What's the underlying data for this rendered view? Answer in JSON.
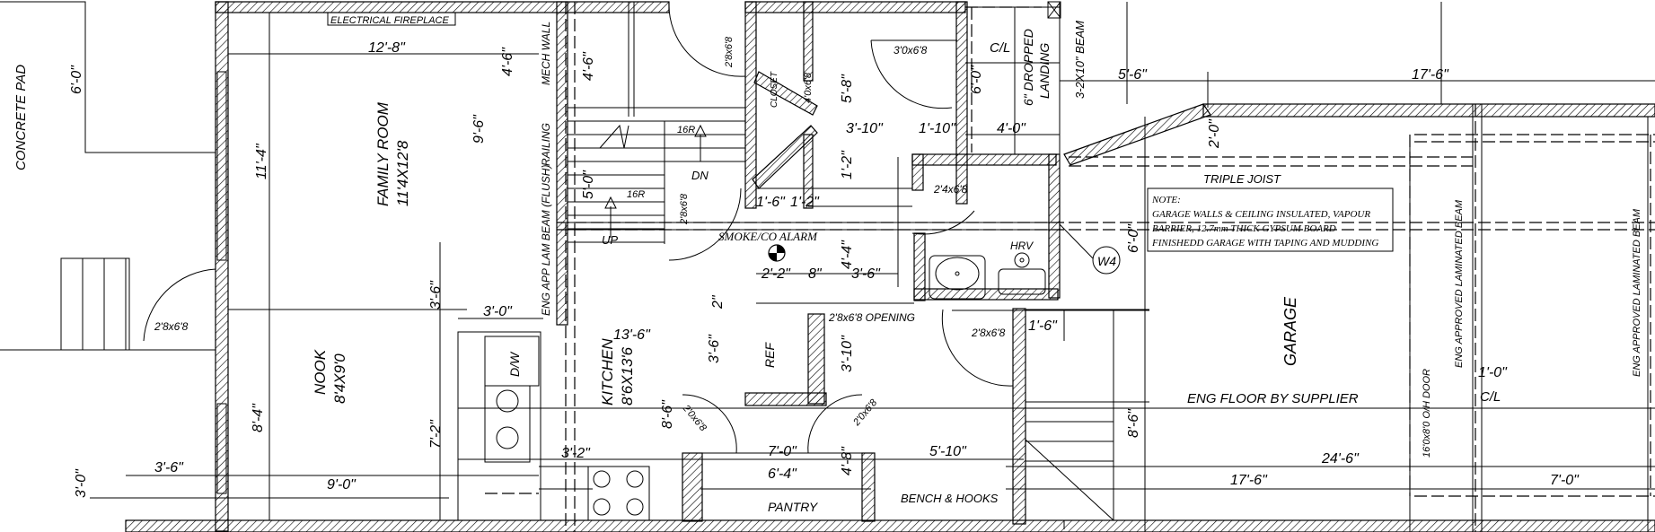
{
  "rooms": {
    "family_room_name": "FAMILY ROOM",
    "family_room_size": "11'4X12'8",
    "nook_name": "NOOK",
    "nook_size": "8'4X9'0",
    "kitchen_name": "KITCHEN",
    "kitchen_size": "8'6X13'6",
    "garage_name": "GARAGE",
    "pantry": "PANTRY",
    "bench_hooks": "BENCH & HOOKS",
    "concrete_pad": "CONCRETE PAD",
    "closet": "CLOSET",
    "mech_wall": "MECH WALL",
    "ref": "REF",
    "dw": "D/W",
    "landing_line1": "6\" DROPPED",
    "landing_line2": "LANDING",
    "beam_top": "3-2X10\" BEAM",
    "railing": "RAILING",
    "eng_beam_left": "ENG APP LAM BEAM (FLUSH)",
    "eng_beam_garage1": "ENG APPROVED LAMINATED BEAM",
    "eng_beam_garage2": "ENG APPROVED LAMINATED BEAM",
    "oh_door": "16'0x8'0 O/H DOOR",
    "hrv": "HRV",
    "w4": "W4",
    "cl_top": "C/L",
    "cl_garage": "C/L"
  },
  "annotations": {
    "electrical_fireplace": "ELECTRICAL FIREPLACE",
    "smoke_alarm": "SMOKE/CO ALARM",
    "triple_joist": "TRIPLE JOIST",
    "eng_floor": "ENG FLOOR BY SUPPLIER",
    "stair_16r_a": "16R",
    "stair_16r_b": "16R",
    "stair_dn": "DN",
    "stair_up": "UP",
    "opening": "2'8x6'8 OPENING",
    "note_line1": "NOTE:",
    "note_line2": "GARAGE WALLS & CEILING INSULATED, VAPOUR",
    "note_line3": "BARRIER,  12.7mm THICK GYPSUM BOARD",
    "note_line4": "FINISHEDD GARAGE WITH TAPING AND MUDDING"
  },
  "doors": {
    "d_nook": "2'8x6'8",
    "d_stair_top": "2'8x6'8",
    "d_stair_mid": "2'8x6'8",
    "d_hall_top": "3'0x6'8",
    "d_closet": "4'0x6'8",
    "d_bath": "2'4x6'8",
    "d_mud": "2'8x6'8",
    "d_pantry_left": "2'0x6'8",
    "d_pantry_right": "2'0x6'8"
  },
  "dimensions": {
    "d_12_8": "12'-8\"",
    "d_6_0_pad": "6'-0\"",
    "d_11_4": "11'-4\"",
    "d_9_6": "9'-6\"",
    "d_4_6a": "4'-6\"",
    "d_4_6b": "4'-6\"",
    "d_3_6_left": "3'-6\"",
    "d_3_0_dw": "3'-0\"",
    "d_13_6": "13'-6\"",
    "d_8_4": "8'-4\"",
    "d_7_2": "7'-2\"",
    "d_3_6_bottom": "3'-6\"",
    "d_9_0": "9'-0\"",
    "d_3_0_side": "3'-0\"",
    "d_3_2": "3'-2\"",
    "d_8_6": "8'-6\"",
    "d_3_6_kit": "3'-6\"",
    "d_5_0": "5'-0\"",
    "d_1_6a": "1'-6\"",
    "d_1_2": "1'-2\"",
    "d_2_2": "2'-2\"",
    "d_8in": "8\"",
    "d_4_4": "4'-4\"",
    "d_3_6_mid": "3'-6\"",
    "d_1_2b": "1'-2\"",
    "d_3_10a": "3'-10\"",
    "d_1_10": "1'-10\"",
    "d_4_0": "4'-0\"",
    "d_6_0_landing": "6'-0\"",
    "d_5_8": "5'-8\"",
    "d_3_10b": "3'-10\"",
    "d_7_0": "7'-0\"",
    "d_6_4": "6'-4\"",
    "d_4_8": "4'-8\"",
    "d_5_10": "5'-10\"",
    "d_5_6": "5'-6\"",
    "d_17_6_top": "17'-6\"",
    "d_2_0": "2'-0\"",
    "d_6_0_garage": "6'-0\"",
    "d_1_6b": "1'-6\"",
    "d_8_6_garage": "8'-6\"",
    "d_17_6_bottom": "17'-6\"",
    "d_24_6": "24'-6\"",
    "d_7_0_garage": "7'-0\"",
    "d_1_0": "1'-0\"",
    "d_2_small": "2\""
  }
}
